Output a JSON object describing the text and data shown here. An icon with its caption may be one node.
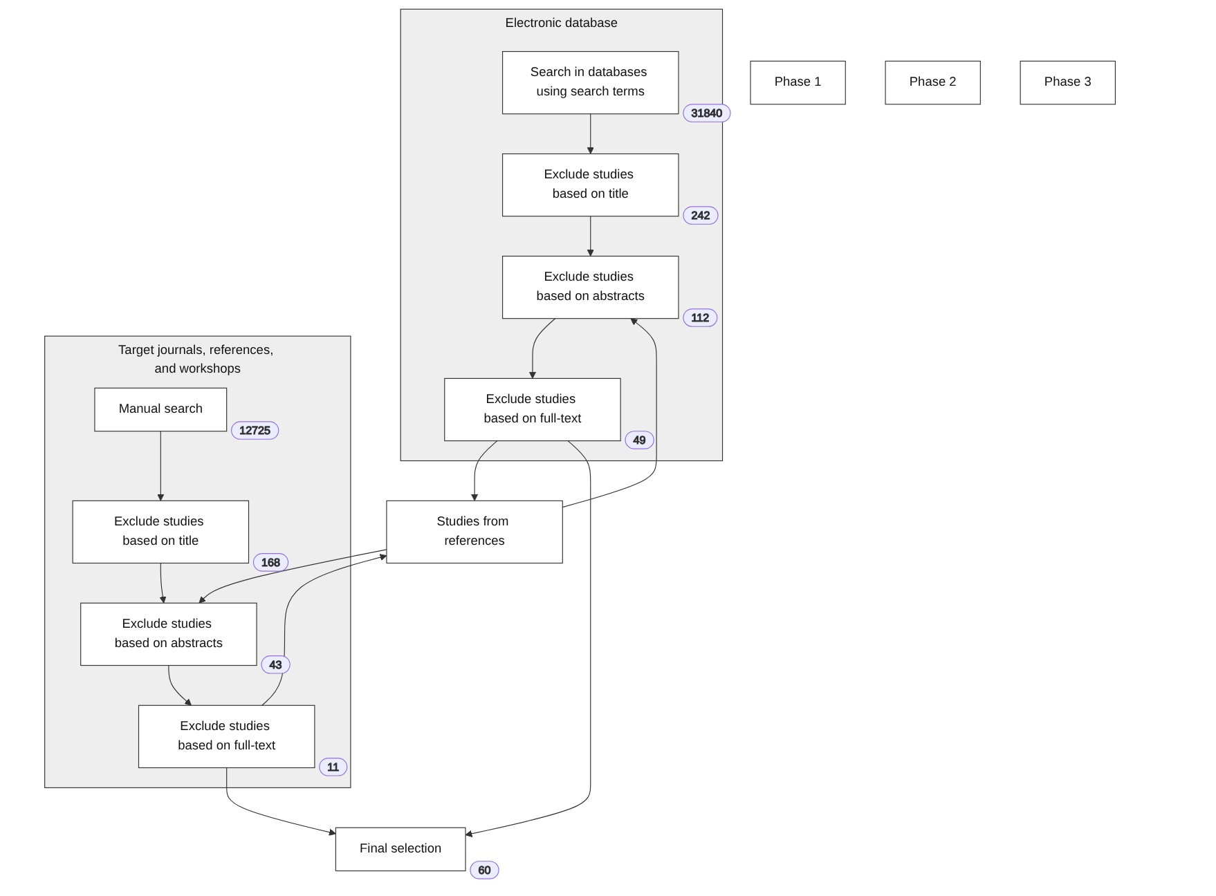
{
  "diagram": {
    "nodes": [
      {
        "text": [
          "Electronic database"
        ]
      },
      {
        "text": [
          "Search in databases using search terms"
        ],
        "in": 0,
        "beside": [
          "31840"
        ]
      },
      {
        "text": [
          "Exclude studies based on title"
        ],
        "in": 0,
        "beside": [
          "242"
        ]
      },
      {
        "text": [
          "Exclude studies based on abstracts"
        ],
        "in": 0,
        "beside": [
          "112"
        ]
      },
      {
        "text": [
          "Exclude studies based on full-text"
        ],
        "in": 0,
        "beside": [
          "49"
        ]
      },
      {
        "text": [
          "Target journals, references, and workshops"
        ]
      },
      {
        "text": [
          "Manual search"
        ],
        "in": 5,
        "beside": [
          "12725"
        ]
      },
      {
        "text": [
          "Exclude studies based on title"
        ],
        "in": 5,
        "beside": [
          "168"
        ]
      },
      {
        "text": [
          "Exclude studies based on abstracts"
        ],
        "in": 5,
        "beside": [
          "43"
        ]
      },
      {
        "text": [
          "Exclude studies based on full-text"
        ],
        "in": 5,
        "beside": [
          "11"
        ]
      },
      {
        "text": [
          "Studies from references"
        ]
      },
      {
        "text": [
          "Final selection"
        ],
        "beside": [
          "60"
        ]
      },
      {
        "text": [
          "Phase 1"
        ]
      },
      {
        "text": [
          "Phase 2"
        ]
      },
      {
        "text": [
          "Phase 3"
        ]
      }
    ],
    "edges": [
      {
        "from": 1,
        "to": 2,
        "arrow": "to"
      },
      {
        "from": 2,
        "to": 3,
        "arrow": "to"
      },
      {
        "from": 3,
        "to": 4,
        "arrow": "to"
      },
      {
        "from": 6,
        "to": 7,
        "arrow": "to"
      },
      {
        "from": 7,
        "to": 8,
        "arrow": "to"
      },
      {
        "from": 8,
        "to": 9,
        "arrow": "to"
      },
      {
        "from": 4,
        "to": 10,
        "arrow": "to"
      },
      {
        "from": 9,
        "to": 10,
        "arrow": "to"
      },
      {
        "from": 10,
        "to": 3,
        "arrow": "to"
      },
      {
        "from": 10,
        "to": 8,
        "arrow": "to"
      },
      {
        "from": 4,
        "to": 11,
        "arrow": "to"
      },
      {
        "from": 9,
        "to": 11,
        "arrow": "to"
      }
    ]
  }
}
